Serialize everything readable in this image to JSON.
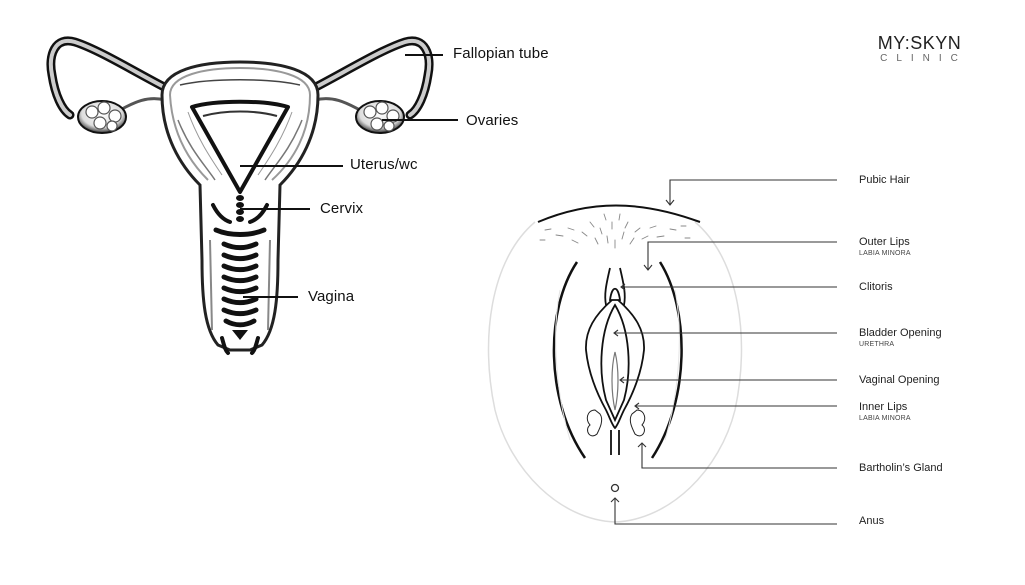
{
  "logo": {
    "brand": "MY:SKYN",
    "sub": "CLINIC"
  },
  "internal_diagram": {
    "title": "Internal female reproductive anatomy",
    "labels": [
      {
        "id": "fallopian-tube",
        "text": "Fallopian tube"
      },
      {
        "id": "ovaries",
        "text": "Ovaries"
      },
      {
        "id": "uterus",
        "text": "Uterus/wc"
      },
      {
        "id": "cervix",
        "text": "Cervix"
      },
      {
        "id": "vagina",
        "text": "Vagina"
      }
    ]
  },
  "external_diagram": {
    "title": "External female anatomy (vulva)",
    "labels": [
      {
        "id": "pubic-hair",
        "text": "Pubic Hair",
        "sub": ""
      },
      {
        "id": "outer-lips",
        "text": "Outer Lips",
        "sub": "LABIA MINORA"
      },
      {
        "id": "clitoris",
        "text": "Clitoris",
        "sub": ""
      },
      {
        "id": "bladder-opening",
        "text": "Bladder Opening",
        "sub": "URETHRA"
      },
      {
        "id": "vaginal-opening",
        "text": "Vaginal Opening",
        "sub": ""
      },
      {
        "id": "inner-lips",
        "text": "Inner Lips",
        "sub": "LABIA MINORA"
      },
      {
        "id": "bartholins-gland",
        "text": "Bartholin’s Gland",
        "sub": ""
      },
      {
        "id": "anus",
        "text": "Anus",
        "sub": ""
      }
    ]
  },
  "colors": {
    "background": "#ffffff",
    "ink": "#111111",
    "leader_line": "#333333",
    "outline_light": "#dddddd"
  }
}
